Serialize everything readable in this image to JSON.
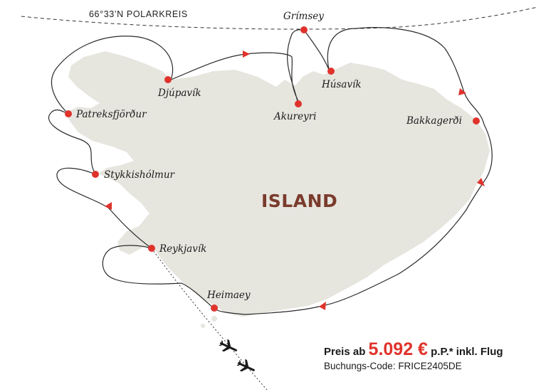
{
  "arctic_circle_label": "66°33’N POLARKREIS",
  "country_label": "ISLAND",
  "ports": [
    {
      "name": "Grímsey"
    },
    {
      "name": "Djúpavík"
    },
    {
      "name": "Húsavík"
    },
    {
      "name": "Akureyri"
    },
    {
      "name": "Patreksfjörður"
    },
    {
      "name": "Bakkagerði"
    },
    {
      "name": "Stykkishólmur"
    },
    {
      "name": "Reykjavík"
    },
    {
      "name": "Heimaey"
    }
  ],
  "price": {
    "prefix": "Preis ab",
    "value": "5.092 €",
    "suffix": "p.P.* inkl. Flug",
    "booking_code": "Buchungs-Code: FRICE2405DE"
  },
  "colors": {
    "land": "#e6e5de",
    "route": "#2a2a2a",
    "port_dot": "#e0332c",
    "country_text": "#7a3b2c",
    "price_accent": "#e0332c"
  },
  "icons": [
    "airplane-icon",
    "airplane-icon"
  ]
}
